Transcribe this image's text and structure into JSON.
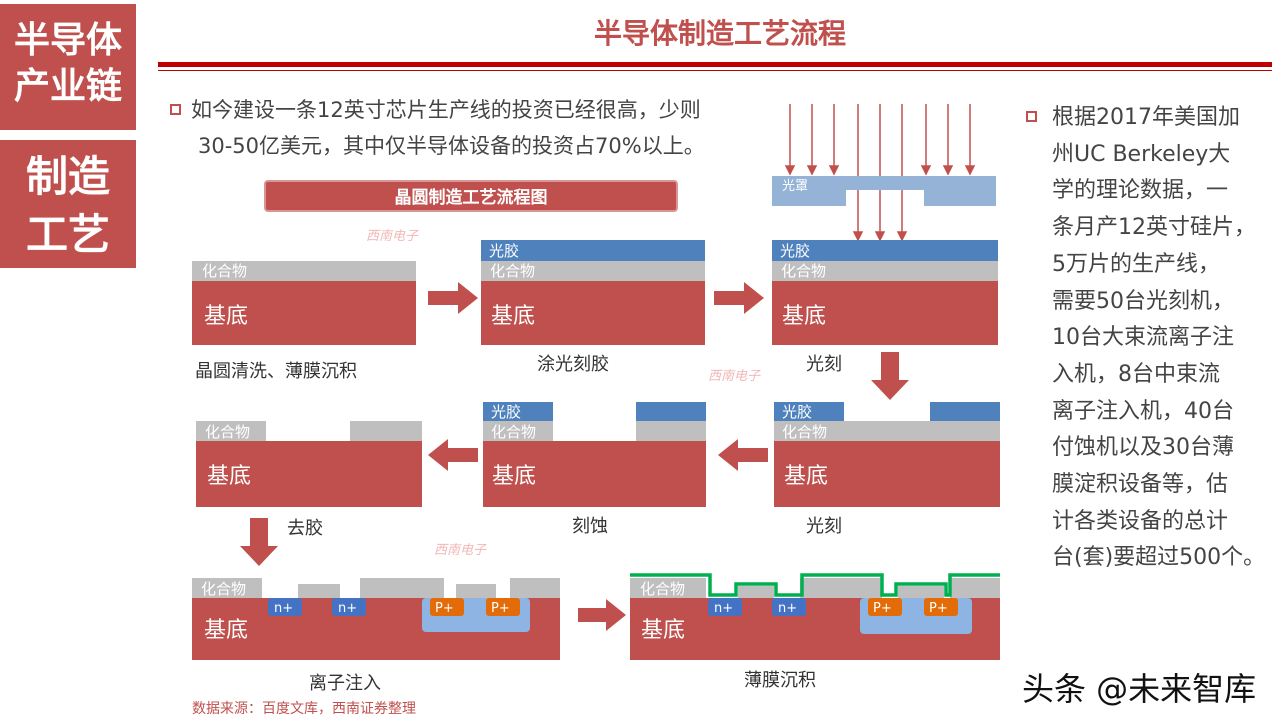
{
  "sidebar": {
    "top": [
      "半导体",
      "产业链"
    ],
    "bottom": [
      "制造",
      "工艺"
    ]
  },
  "title": "半导体制造工艺流程",
  "intro": {
    "line1": "如今建设一条12英寸芯片生产线的投资已经很高，少则",
    "line2": "30-50亿美元，其中仅半导体设备的投资占70%以上。"
  },
  "diagram": {
    "title": "晶圆制造工艺流程图",
    "layers": {
      "mask": "光罩",
      "resist": "光胶",
      "oxide": "化合物",
      "substrate": "基底",
      "n": "n+",
      "p": "P+"
    },
    "steps": [
      "晶圆清洗、薄膜沉积",
      "涂光刻胶",
      "光刻",
      "去胶",
      "刻蚀",
      "光刻",
      "离子注入",
      "薄膜沉积"
    ],
    "watermark": "西南电子"
  },
  "right_text": "根据2017年美国加州UC Berkeley大学的理论数据，一条月产12英寸硅片，5万片的生产线，需要50台光刻机，10台大束流离子注入机，8台中束流离子注入机，40台付蚀机以及30台薄膜淀积设备等，估计各类设备的总计台(套)要超过500个。",
  "right_lines": [
    "根据2017年美国加",
    "州UC Berkeley大",
    "学的理论数据，一",
    "条月产12英寸硅片，",
    "5万片的生产线，",
    "需要50台光刻机，",
    "10台大束流离子注",
    "入机，8台中束流",
    "离子注入机，40台",
    "付蚀机以及30台薄",
    "膜淀积设备等，估",
    "计各类设备的总计",
    "台(套)要超过500个。"
  ],
  "source": "数据来源：百度文库，西南证券整理",
  "watermark": "头条 @未来智库",
  "colors": {
    "accent": "#c0504d",
    "substrate": "#c0504d",
    "oxide": "#bfbfbf",
    "resist": "#4f81bd",
    "mask": "#95b3d7",
    "implant": "#8db4e2",
    "film": "#00b050"
  }
}
